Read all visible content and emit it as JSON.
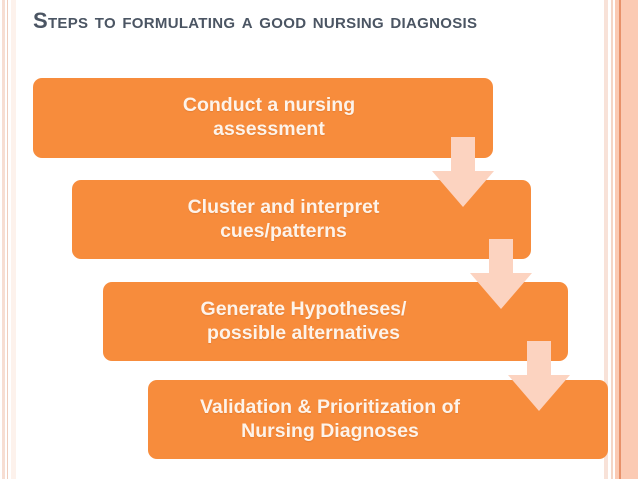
{
  "slide": {
    "title": "Steps to formulating a good nursing diagnosis",
    "title_color": "#4b5563",
    "background_color": "#ffffff",
    "accent_color": "#F78C3C",
    "arrow_color": "#FCD3C0",
    "box_text_color": "#FDF3EA",
    "edge_band_color": "#FBCAB3"
  },
  "flow": {
    "boxes": [
      {
        "label": "Conduct a nursing\nassessment"
      },
      {
        "label": "Cluster and interpret\ncues/patterns"
      },
      {
        "label": "Generate Hypotheses/\npossible alternatives"
      },
      {
        "label": "Validation & Prioritization of\nNursing Diagnoses"
      }
    ],
    "arrows": [
      {
        "name": "down-arrow-icon",
        "from": 0,
        "to": 1
      },
      {
        "name": "down-arrow-icon",
        "from": 1,
        "to": 2
      },
      {
        "name": "down-arrow-icon",
        "from": 2,
        "to": 3
      }
    ]
  }
}
